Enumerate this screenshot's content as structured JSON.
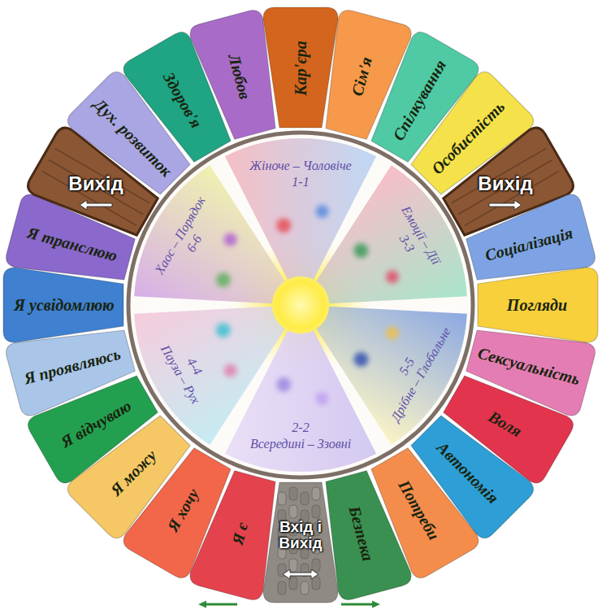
{
  "diagram": {
    "nodes": [
      {
        "text": [
          "Вхід і Вихід"
        ]
      },
      {
        "text": [
          "Я є"
        ]
      },
      {
        "text": [
          "Я хочу"
        ]
      },
      {
        "text": [
          "Я можу"
        ]
      },
      {
        "text": [
          "Я відчуваю"
        ]
      },
      {
        "text": [
          "Я проявляюсь"
        ]
      },
      {
        "text": [
          "Я усвідомлюю"
        ]
      },
      {
        "text": [
          "Я транслюю"
        ]
      },
      {
        "text": [
          "Вихід"
        ]
      },
      {
        "text": [
          "Дух. розвиток"
        ]
      },
      {
        "text": [
          "Здоров'я"
        ]
      },
      {
        "text": [
          "Любов"
        ]
      },
      {
        "text": [
          "Кар'єра"
        ]
      },
      {
        "text": [
          "Сім'я"
        ]
      },
      {
        "text": [
          "Спілкування"
        ]
      },
      {
        "text": [
          "Особистість"
        ]
      },
      {
        "text": [
          "Вихід"
        ]
      },
      {
        "text": [
          "Соціалізація"
        ]
      },
      {
        "text": [
          "Погляди"
        ]
      },
      {
        "text": [
          "Сексуальність"
        ]
      },
      {
        "text": [
          "Воля"
        ]
      },
      {
        "text": [
          "Автономія"
        ]
      },
      {
        "text": [
          "Потреби"
        ]
      },
      {
        "text": [
          "Безпека"
        ]
      },
      {
        "text": [
          "Жіноче – Чоловіче",
          "1-1"
        ]
      },
      {
        "text": [
          "Всередині – Ззовні",
          "2-2"
        ]
      },
      {
        "text": [
          "Емоції – Дії",
          "3-3"
        ]
      },
      {
        "text": [
          "Пауза – Рух",
          "4-4"
        ]
      },
      {
        "text": [
          "Дрібне – Глобальне",
          "5-5"
        ]
      },
      {
        "text": [
          "Хаос – Порядок",
          "6-6"
        ]
      }
    ]
  }
}
